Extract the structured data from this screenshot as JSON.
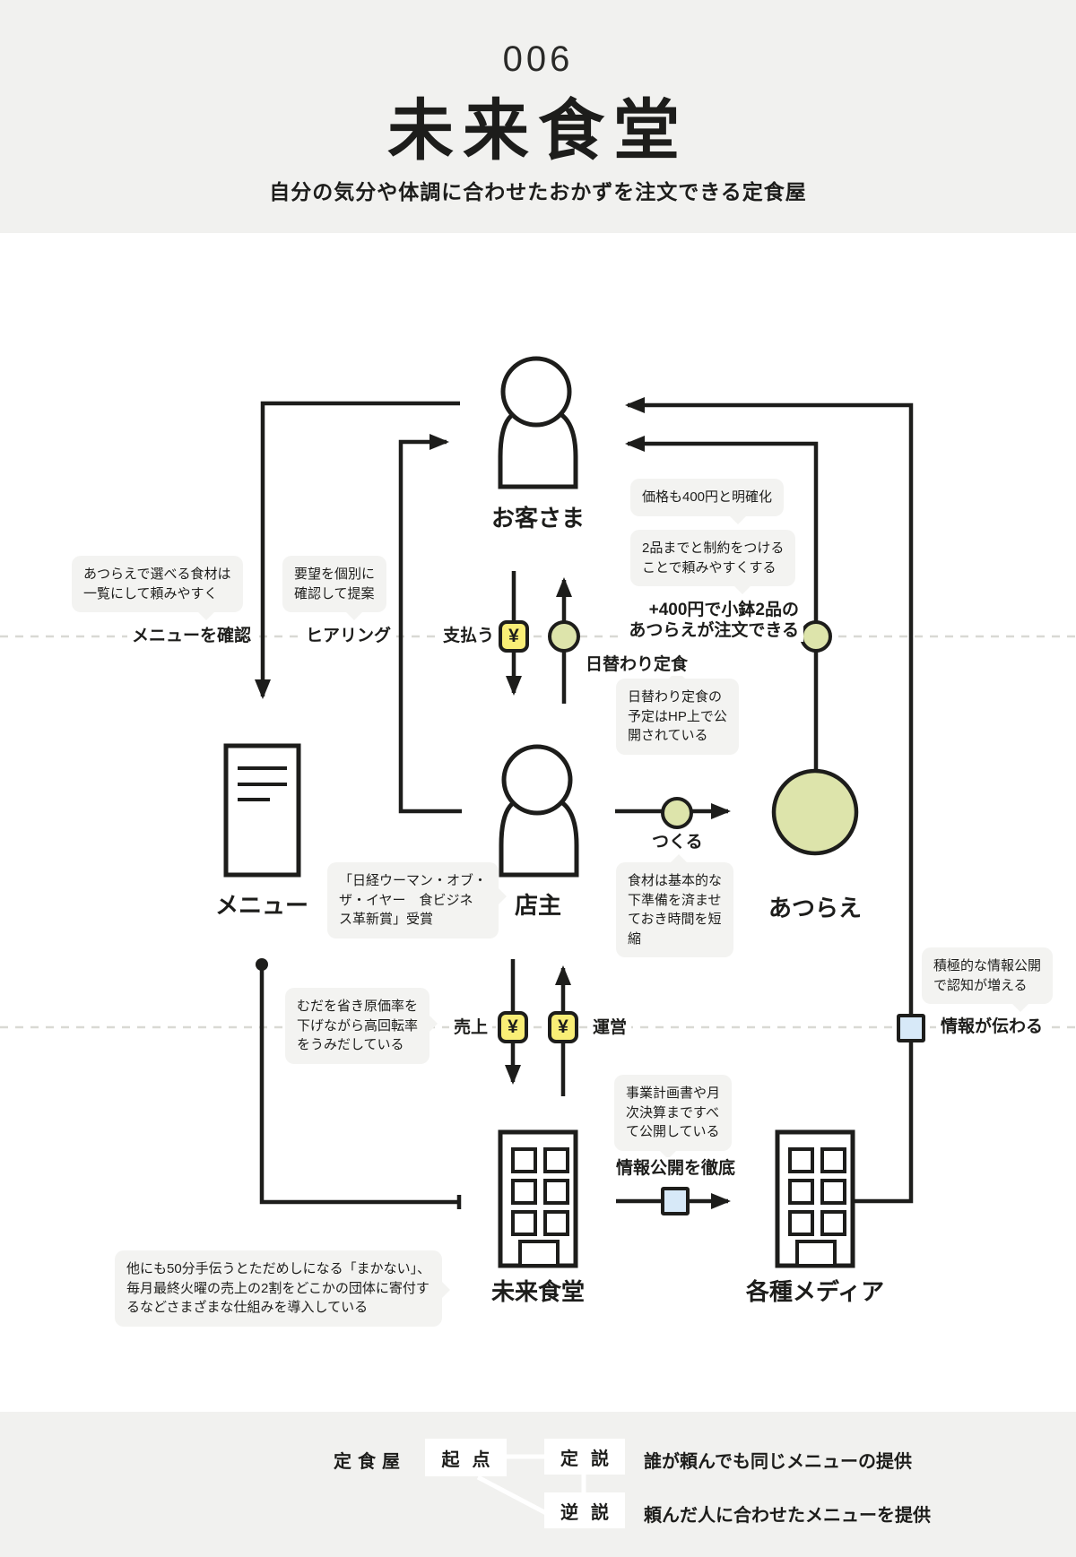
{
  "header": {
    "number": "006",
    "title": "未来食堂",
    "subtitle": "自分の気分や体調に合わせたおかずを注文できる定食屋"
  },
  "nodes": {
    "customer": "お客さま",
    "owner": "店主",
    "menu": "メニュー",
    "atsurae": "あつらえ",
    "restaurant": "未来食堂",
    "media": "各種メディア"
  },
  "flows": {
    "check_menu": "メニューを確認",
    "hearing": "ヒアリング",
    "pay": "支払う",
    "daily_set": "日替わり定食",
    "plus400": "+400円で小鉢2品の\nあつらえが注文できる",
    "make": "つくる",
    "sales": "売上",
    "operate": "運営",
    "info_disclose": "情報公開を徹底",
    "info_spread": "情報が伝わる"
  },
  "bubbles": {
    "ingredients": "あつらえで選べる食材は\n一覧にして頼みやすく",
    "request": "要望を個別に\n確認して提案",
    "price": "価格も400円と明確化",
    "two_items": "2品までと制約をつける\nことで頼みやすくする",
    "daily_hp": "日替わり定食の\n予定はHP上で公\n開されている",
    "prep": "食材は基本的な\n下準備を済ませ\nておき時間を短\n縮",
    "award": "「日経ウーマン・オブ・\nザ・イヤー　食ビジネ\nス革新賞」受賞",
    "cost": "むだを省き原価率を\n下げながら高回転率\nをうみだしている",
    "plan": "事業計画書や月\n次決算まですべ\nて公開している",
    "recognition": "積極的な情報公開\nで認知が増える",
    "other_systems": "他にも50分手伝うとただめしになる「まかない」、\n毎月最終火曜の売上の2割をどこかの団体に寄付す\nるなどさまざまな仕組みを導入している"
  },
  "legend": {
    "category": "定食屋",
    "origin": "起点",
    "thesis": "定説",
    "paradox": "逆説",
    "thesis_text": "誰が頼んでも同じメニューの提供",
    "paradox_text": "頼んだ人に合わせたメニューを提供"
  },
  "icons": {
    "yen": "¥"
  },
  "colors": {
    "accent_green": "#dde4ab",
    "accent_yellow": "#f9ee76",
    "accent_blue": "#d7e9f8",
    "line": "#1d1d1b",
    "band": "#f1f1ef",
    "bubble": "#f3f3f1"
  }
}
